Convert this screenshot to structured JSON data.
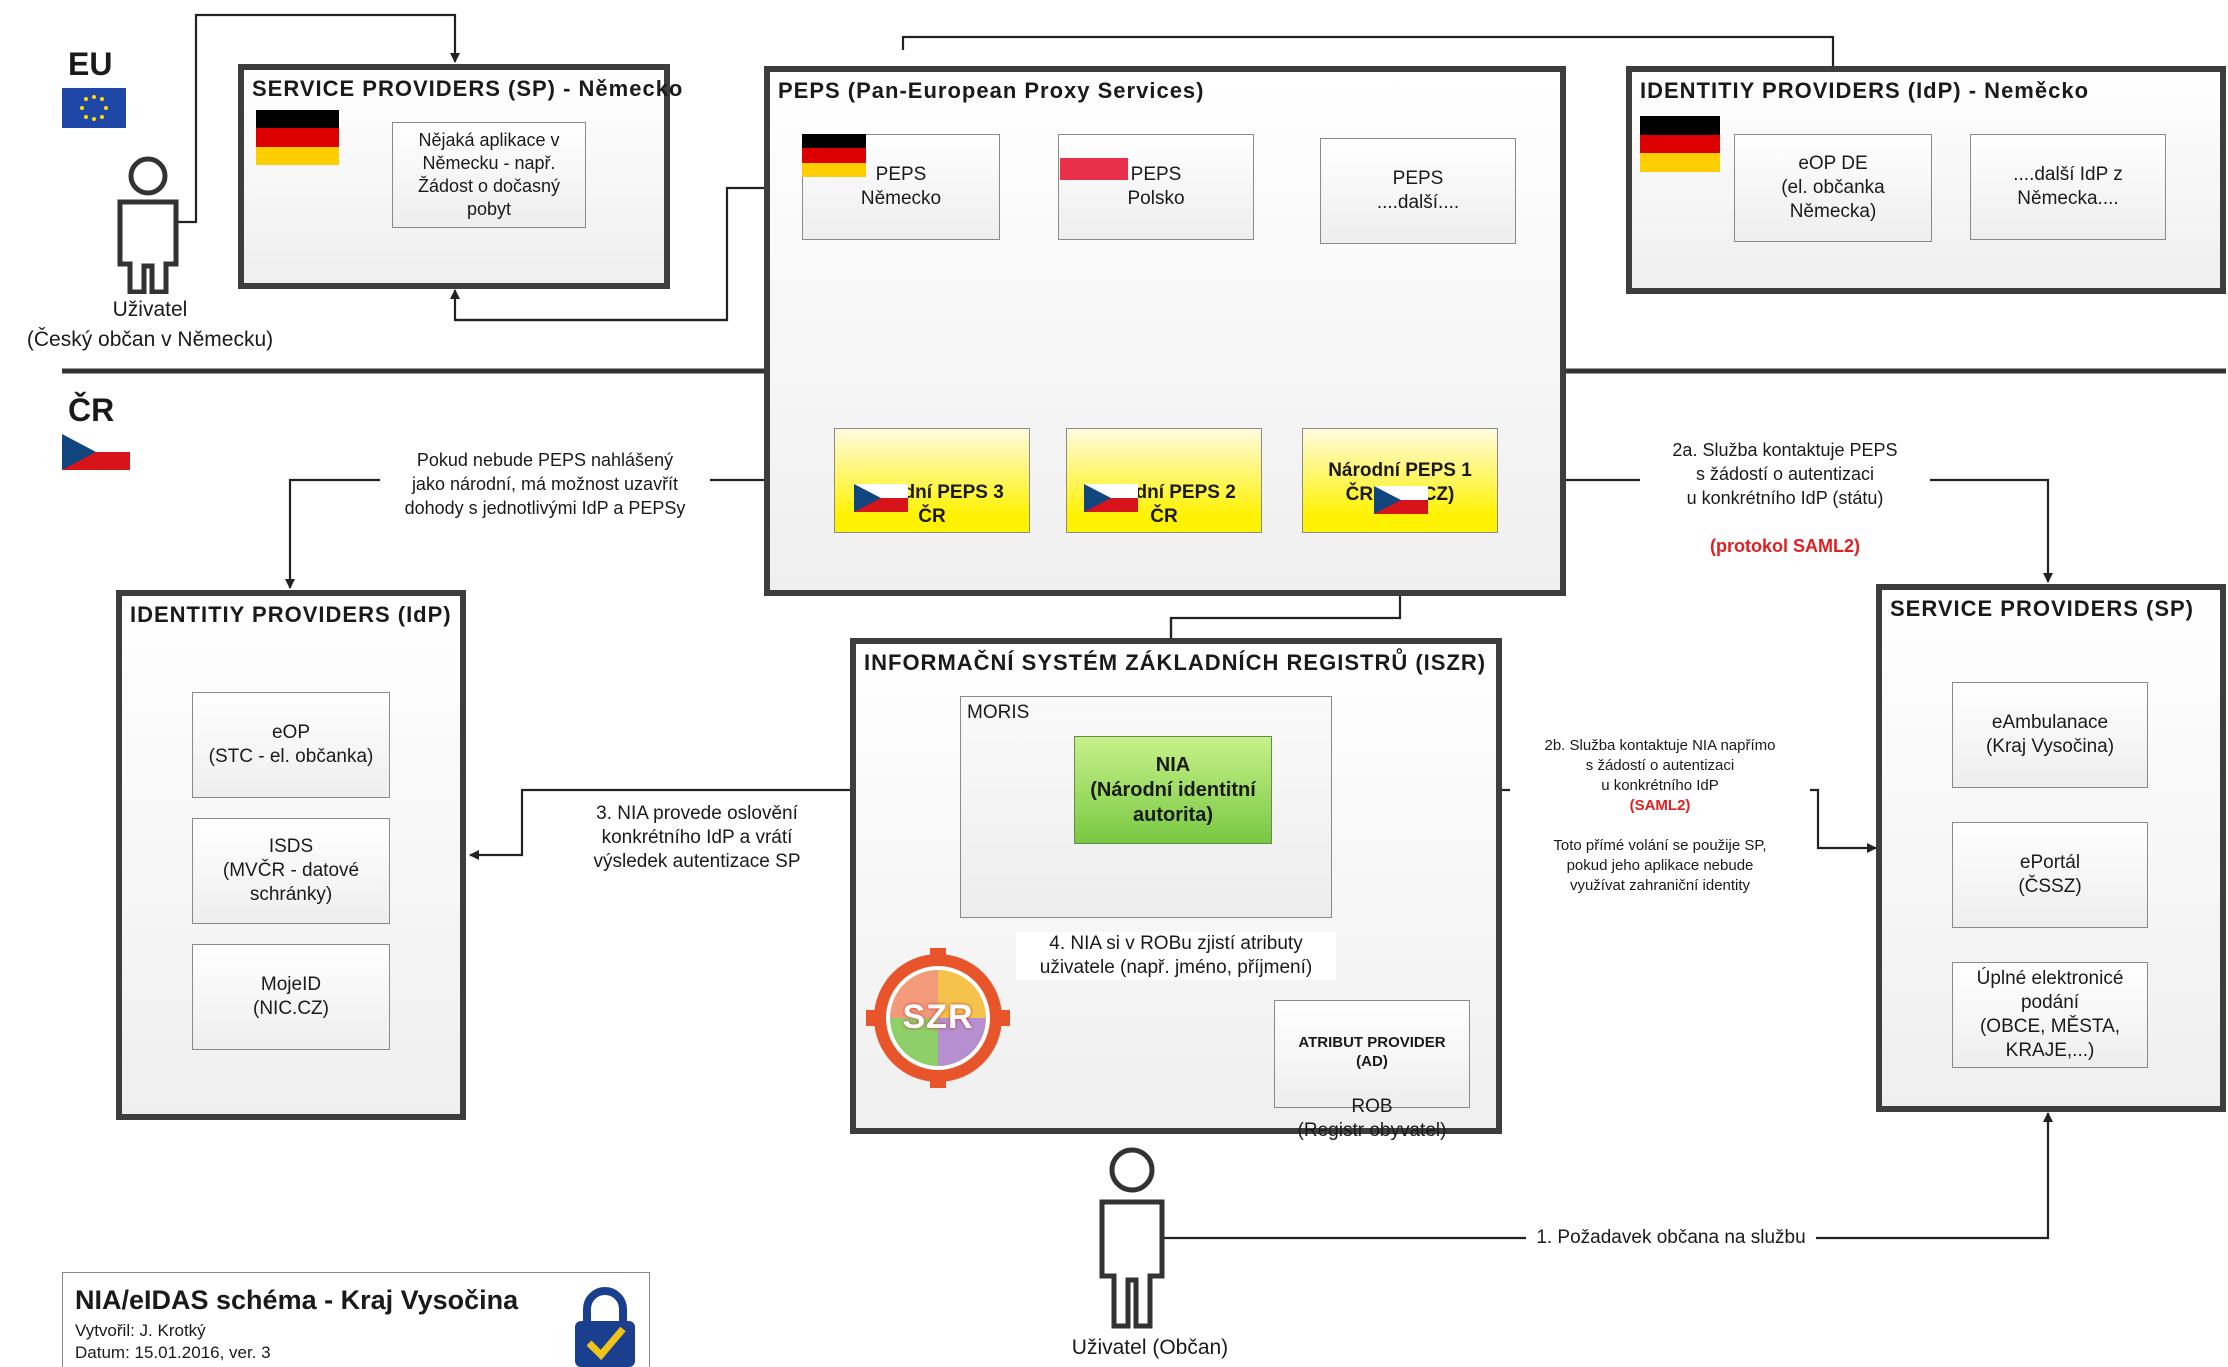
{
  "eu": {
    "label": "EU",
    "flag_icon": "eu-flag-icon"
  },
  "cz": {
    "label": "ČR",
    "flag_icon": "cz-flag-icon"
  },
  "user_top": {
    "line1": "Uživatel",
    "line2": "(Český občan v Německu)"
  },
  "user_bottom": {
    "label": "Uživatel (Občan)"
  },
  "sp_de": {
    "title": "SERVICE PROVIDERS (SP) - Německo",
    "app": "Nějaká aplikace v\nNěmecku - např.\nŽádost o dočasný\npobyt"
  },
  "peps": {
    "title": "PEPS (Pan-European Proxy Services)",
    "de": "PEPS\nNěmecko",
    "pl": "PEPS\nPolsko",
    "other": "PEPS\n....další....",
    "nat3": "Národní PEPS 3\nČR",
    "nat2": "Národní PEPS 2\nČR",
    "nat1": "Národní PEPS 1\nČR (NIC.CZ)"
  },
  "idp_de": {
    "title": "IDENTITIY PROVIDERS (IdP) - Neměcko",
    "eop": "eOP DE\n(el. občanka\nNěmecka)",
    "other": "....další IdP z\nNěmecka...."
  },
  "idp_cz": {
    "title": "IDENTITIY PROVIDERS (IdP)",
    "eop": "eOP\n(STC - el. občanka)",
    "isds": "ISDS\n(MVČR - datové\nschránky)",
    "mojeid": "MojeID\n(NIC.CZ)"
  },
  "iszr": {
    "title": "INFORMAČNÍ SYSTÉM ZÁKLADNÍCH REGISTRŮ (ISZR)",
    "moris": "MORIS",
    "nia": "NIA\n(Národní identitní\nautorita)",
    "attr_title": "ATRIBUT PROVIDER\n(AD)",
    "attr_body": "ROB\n(Registr obyvatel)",
    "szr_logo": "SZR"
  },
  "sp_cz": {
    "title": "SERVICE PROVIDERS (SP)",
    "eamb": "eAmbulanace\n(Kraj Vysočina)",
    "eportal": "ePortál\n(ČSSZ)",
    "full": "Úplné elektronicé\npodání\n(OBCE, MĚSTA,\nKRAJE,...)"
  },
  "labels": {
    "peps_note": "Pokud nebude PEPS nahlášený\njako národní, má možnost uzavřít\ndohody s jednotlivými IdP a PEPSy",
    "step2a": "2a. Služba kontaktuje PEPS\ns žádostí o autentizaci\nu konkrétního IdP (státu)",
    "step2a_red": "(protokol SAML2)",
    "step2b_a": "2b. Služba kontaktuje NIA napřímo\ns žádostí o autentizaci\nu konkrétního IdP",
    "step2b_red": "(SAML2)",
    "step2b_b": "Toto přímé volání se použije SP,\npokud jeho aplikace nebude\nvyužívat zahraniční identity",
    "step3": "3. NIA provede oslovění\nkonkrétního IdP a vrátí\nvýsledek autentizace SP",
    "step4": "4. NIA si v ROBu  zjistí atributy\nuživatele (např. jméno, příjmení)",
    "step1": "1. Požadavek občana na službu"
  },
  "footer": {
    "title": "NIA/eIDAS  schéma - Kraj Vysočina",
    "author": "Vytvořil: J. Krotký",
    "date": "Datum: 15.01.2016, ver. 3",
    "lock_icon": "eidas-lock-icon"
  }
}
